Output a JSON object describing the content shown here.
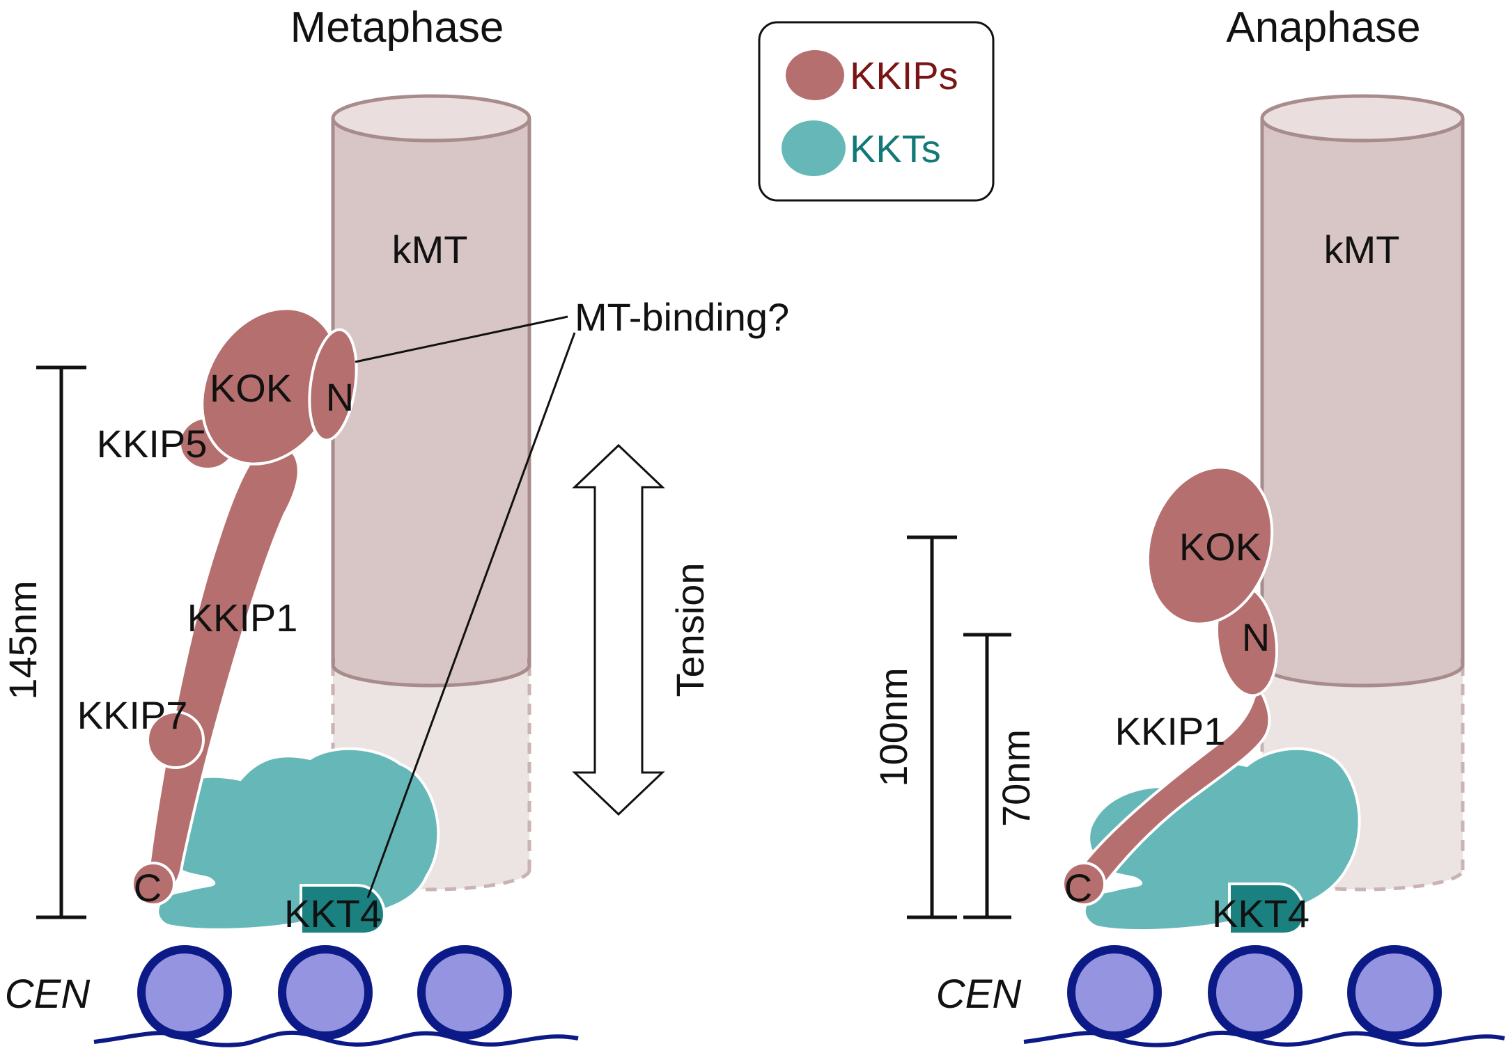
{
  "titles": {
    "left": "Metaphase",
    "right": "Anaphase"
  },
  "legend": {
    "kkips": {
      "label": "KKIPs",
      "color": "#b56f6e",
      "text_color": "#7a1515"
    },
    "kkts": {
      "label": "KKTs",
      "color": "#66b8b8",
      "text_color": "#137878"
    }
  },
  "colors": {
    "microtubule": "#d8c6c6",
    "microtubule_top": "#eadede",
    "microtubule_edge": "#a88c8c",
    "microtubule_faded": "#ece3e3",
    "kkt4": "#1b8080",
    "nucleosome": "#9494e0",
    "dna": "#0b1a86"
  },
  "metaphase": {
    "kmt_label": "kMT",
    "kok_label": "KOK",
    "n_label": "N",
    "kkip5_label": "KKIP5",
    "kkip1_label": "KKIP1",
    "kkip7_label": "KKIP7",
    "c_label": "C",
    "kkt4_label": "KKT4",
    "scale_label": "145nm",
    "mt_binding_label": "MT-binding?",
    "tension_label": "Tension",
    "cen_label": "CEN"
  },
  "anaphase": {
    "kmt_label": "kMT",
    "kok_label": "KOK",
    "n_label": "N",
    "kkip1_label": "KKIP1",
    "c_label": "C",
    "kkt4_label": "KKT4",
    "scale_100_label": "100nm",
    "scale_70_label": "70nm",
    "cen_label": "CEN"
  }
}
